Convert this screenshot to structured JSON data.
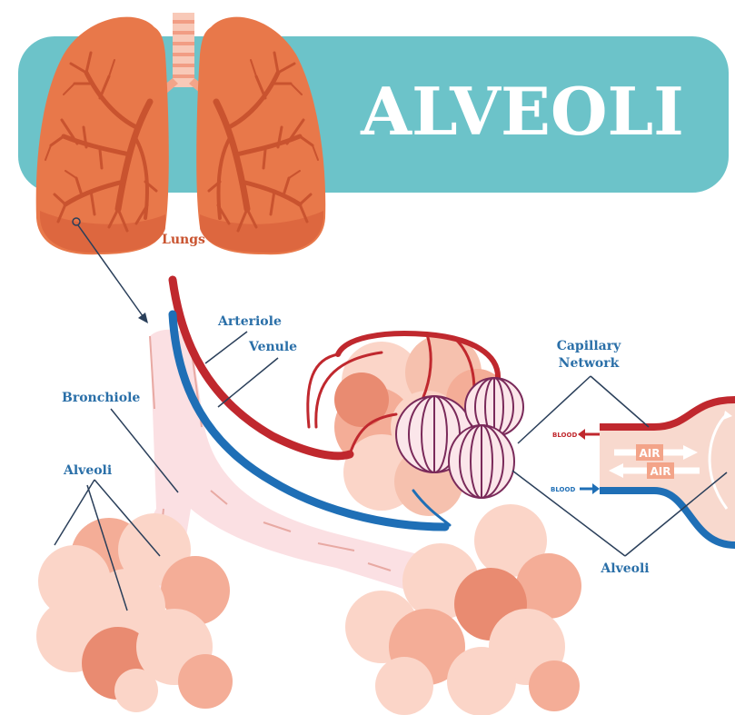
{
  "title": "ALVEOLI",
  "labels": {
    "lungs": "Lungs",
    "arteriole": "Arteriole",
    "venule": "Venule",
    "bronchiole": "Bronchiole",
    "alveoli_left": "Alveoli",
    "capillary_network_line1": "Capillary",
    "capillary_network_line2": "Network",
    "alveoli_right": "Alveoli",
    "blood_out": "BLOOD",
    "blood_in": "BLOOD",
    "air_in": "AIR",
    "air_out": "AIR"
  },
  "colors": {
    "banner": "#6cc3c9",
    "title": "#ffffff",
    "lung": "#e8784a",
    "lung_dark": "#c9532f",
    "arteriole": "#c0282e",
    "venule": "#1f6fb6",
    "bronchiole": "#fbe0e3",
    "alveolus_light": "#fbd5c8",
    "alveolus_mid": "#f4ad97",
    "alveolus_dark": "#e98b71",
    "capillary": "#7a2a5a",
    "label": "#2a6fa8",
    "lungs_label": "#c9532f"
  }
}
